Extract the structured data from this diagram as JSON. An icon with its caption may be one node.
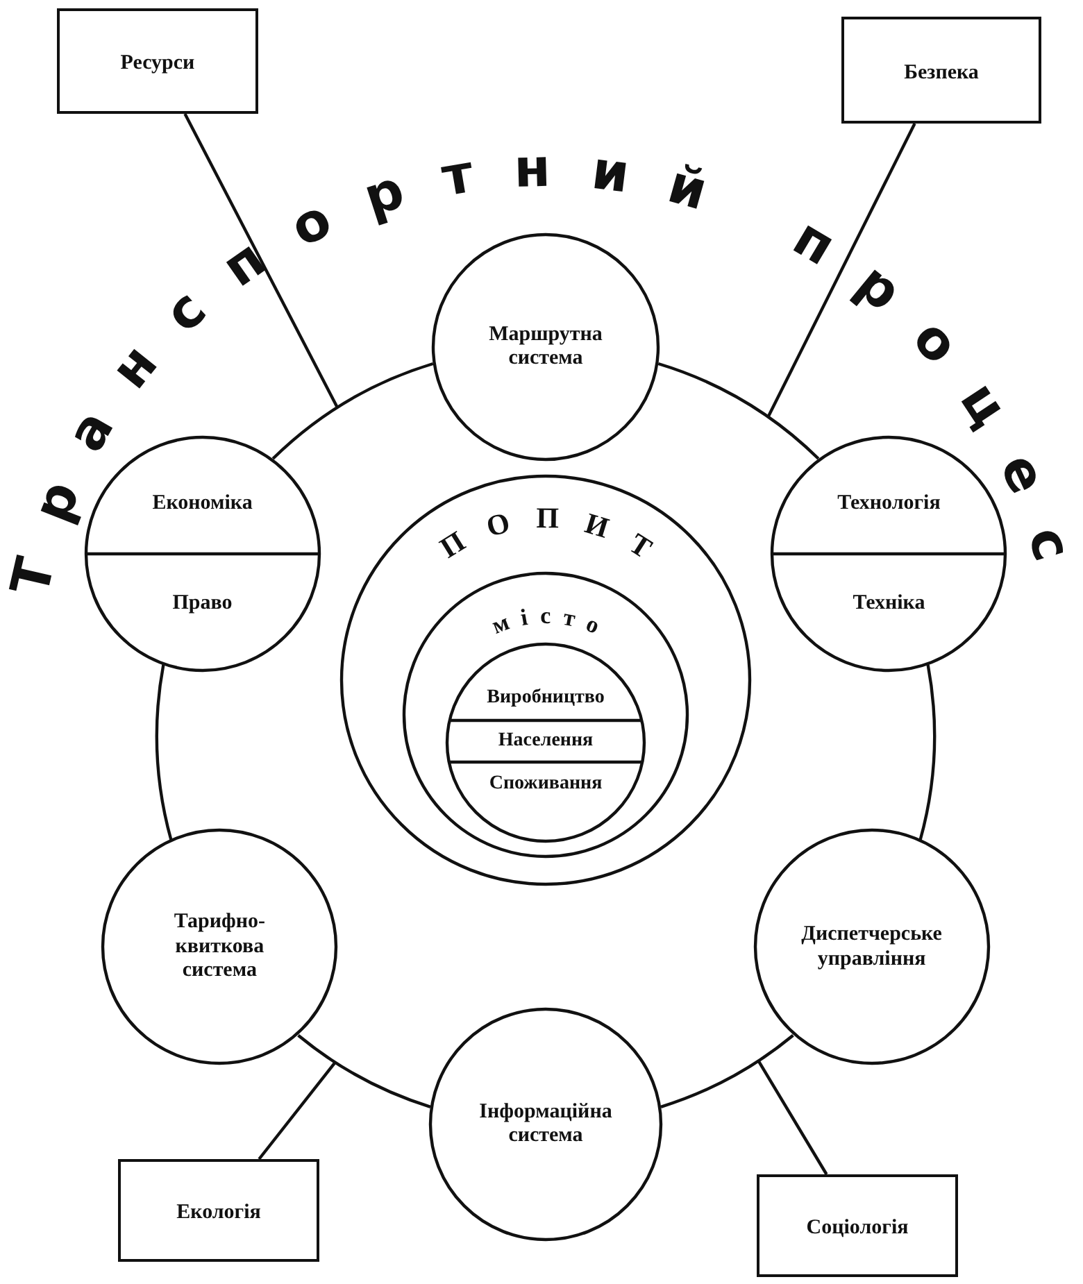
{
  "diagram": {
    "title": "Транспортний процес",
    "nodes": [
      {
        "text": [
          "Ресурси"
        ]
      },
      {
        "text": [
          "Безпека"
        ]
      },
      {
        "text": [
          "Маршрутна система"
        ]
      },
      {
        "text": [
          "Економіка",
          "Право"
        ]
      },
      {
        "text": [
          "ПОПИТ"
        ]
      },
      {
        "text": [
          "місто"
        ],
        "in": 4
      },
      {
        "text": [
          "Виробництво",
          "Населення",
          "Споживання"
        ],
        "in": 5
      },
      {
        "text": [
          "Технологія",
          "Техніка"
        ]
      },
      {
        "text": [
          "Тарифно-квиткова система"
        ]
      },
      {
        "text": [
          "Диспетчерське управління"
        ]
      },
      {
        "text": [
          "Інформаційна система"
        ]
      },
      {
        "text": [
          "Екологія"
        ]
      },
      {
        "text": [
          "Соціологія"
        ]
      }
    ],
    "edges": [
      {
        "from": 0,
        "to": null,
        "arrow": "none"
      },
      {
        "from": 1,
        "to": null,
        "arrow": "none"
      },
      {
        "from": 11,
        "to": null,
        "arrow": "none"
      },
      {
        "from": 12,
        "to": null,
        "arrow": "none"
      },
      {
        "from": 2,
        "to": 7,
        "arrow": "none"
      },
      {
        "from": 7,
        "to": 9,
        "arrow": "none"
      },
      {
        "from": 9,
        "to": 10,
        "arrow": "none"
      },
      {
        "from": 10,
        "to": 8,
        "arrow": "none"
      },
      {
        "from": 8,
        "to": 3,
        "arrow": "none"
      },
      {
        "from": 3,
        "to": 2,
        "arrow": "none"
      }
    ]
  }
}
